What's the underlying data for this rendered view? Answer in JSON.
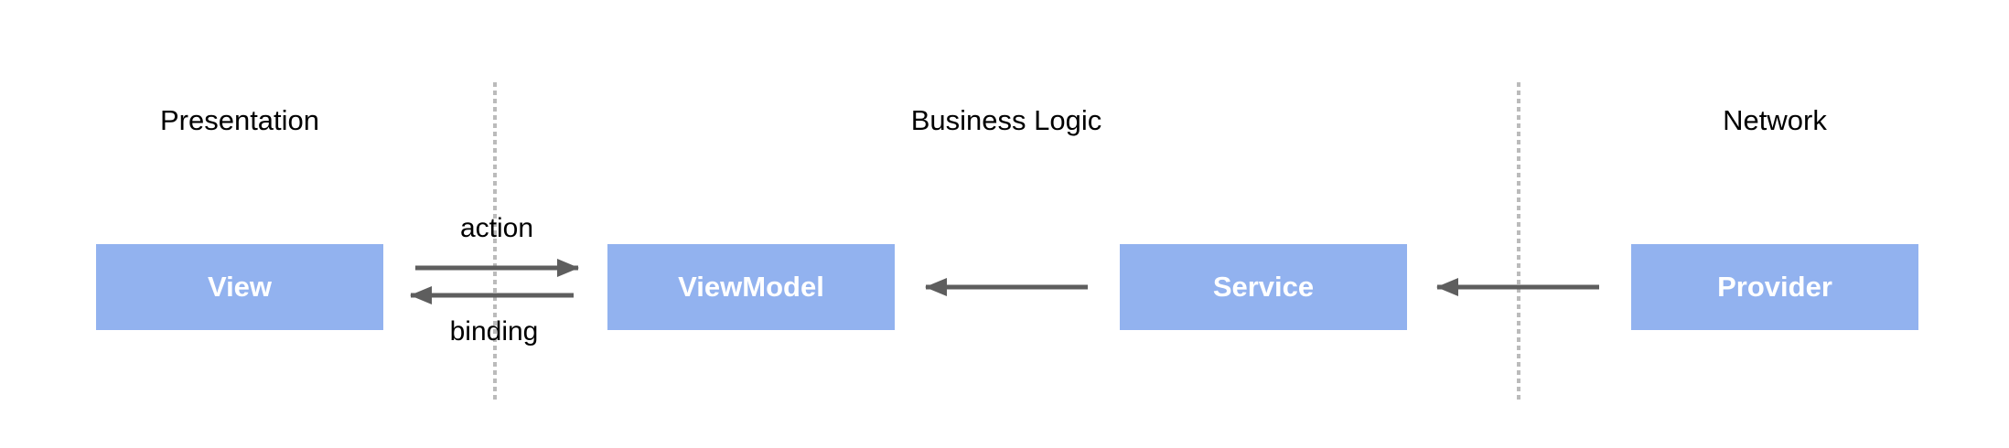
{
  "layers": {
    "presentation": "Presentation",
    "business_logic": "Business Logic",
    "network": "Network"
  },
  "nodes": {
    "view": "View",
    "viewmodel": "ViewModel",
    "service": "Service",
    "provider": "Provider"
  },
  "edges": {
    "action": "action",
    "binding": "binding"
  },
  "colors": {
    "node_fill": "#92b2ef",
    "node_text": "#ffffff",
    "arrow": "#5e5e5e",
    "divider": "#bbbbbb"
  }
}
